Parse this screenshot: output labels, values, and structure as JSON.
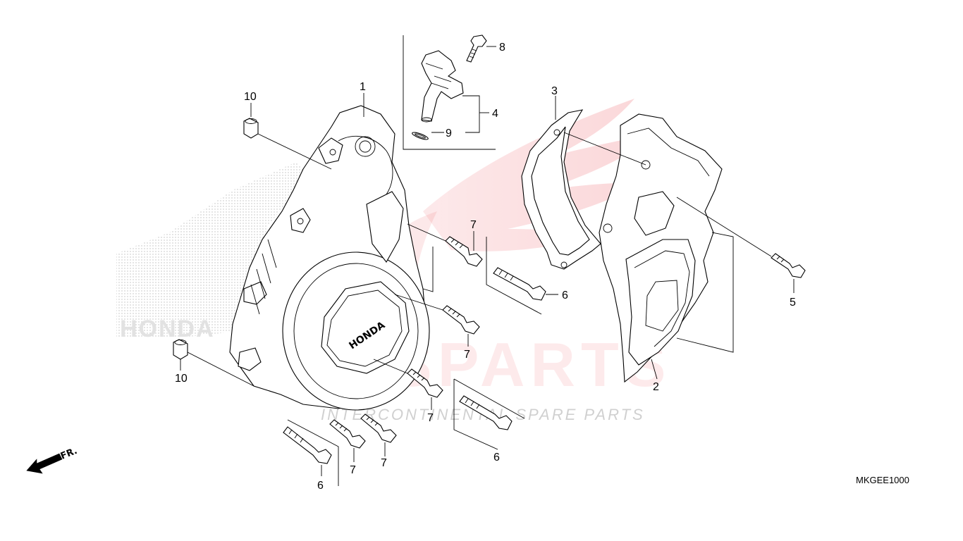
{
  "diagram": {
    "figure_code": "MKGEE1000",
    "direction_label": "FR.",
    "callouts": {
      "c1": "1",
      "c2": "2",
      "c3": "3",
      "c4": "4",
      "c5": "5",
      "c6a": "6",
      "c6b": "6",
      "c6c": "6",
      "c7a": "7",
      "c7b": "7",
      "c7c": "7",
      "c7d": "7",
      "c7e": "7",
      "c8": "8",
      "c9": "9",
      "c10a": "10",
      "c10b": "10"
    }
  },
  "watermark": {
    "brand": "ICSPARTS",
    "tagline": "INTERCONTINENTAL SPARE PARTS",
    "background_brand": "HONDA",
    "accent_color": "#e8323c"
  },
  "colors": {
    "line": "#000000",
    "background": "#ffffff",
    "watermark_red": "#e8323c",
    "watermark_grey": "#d9d9d9"
  }
}
